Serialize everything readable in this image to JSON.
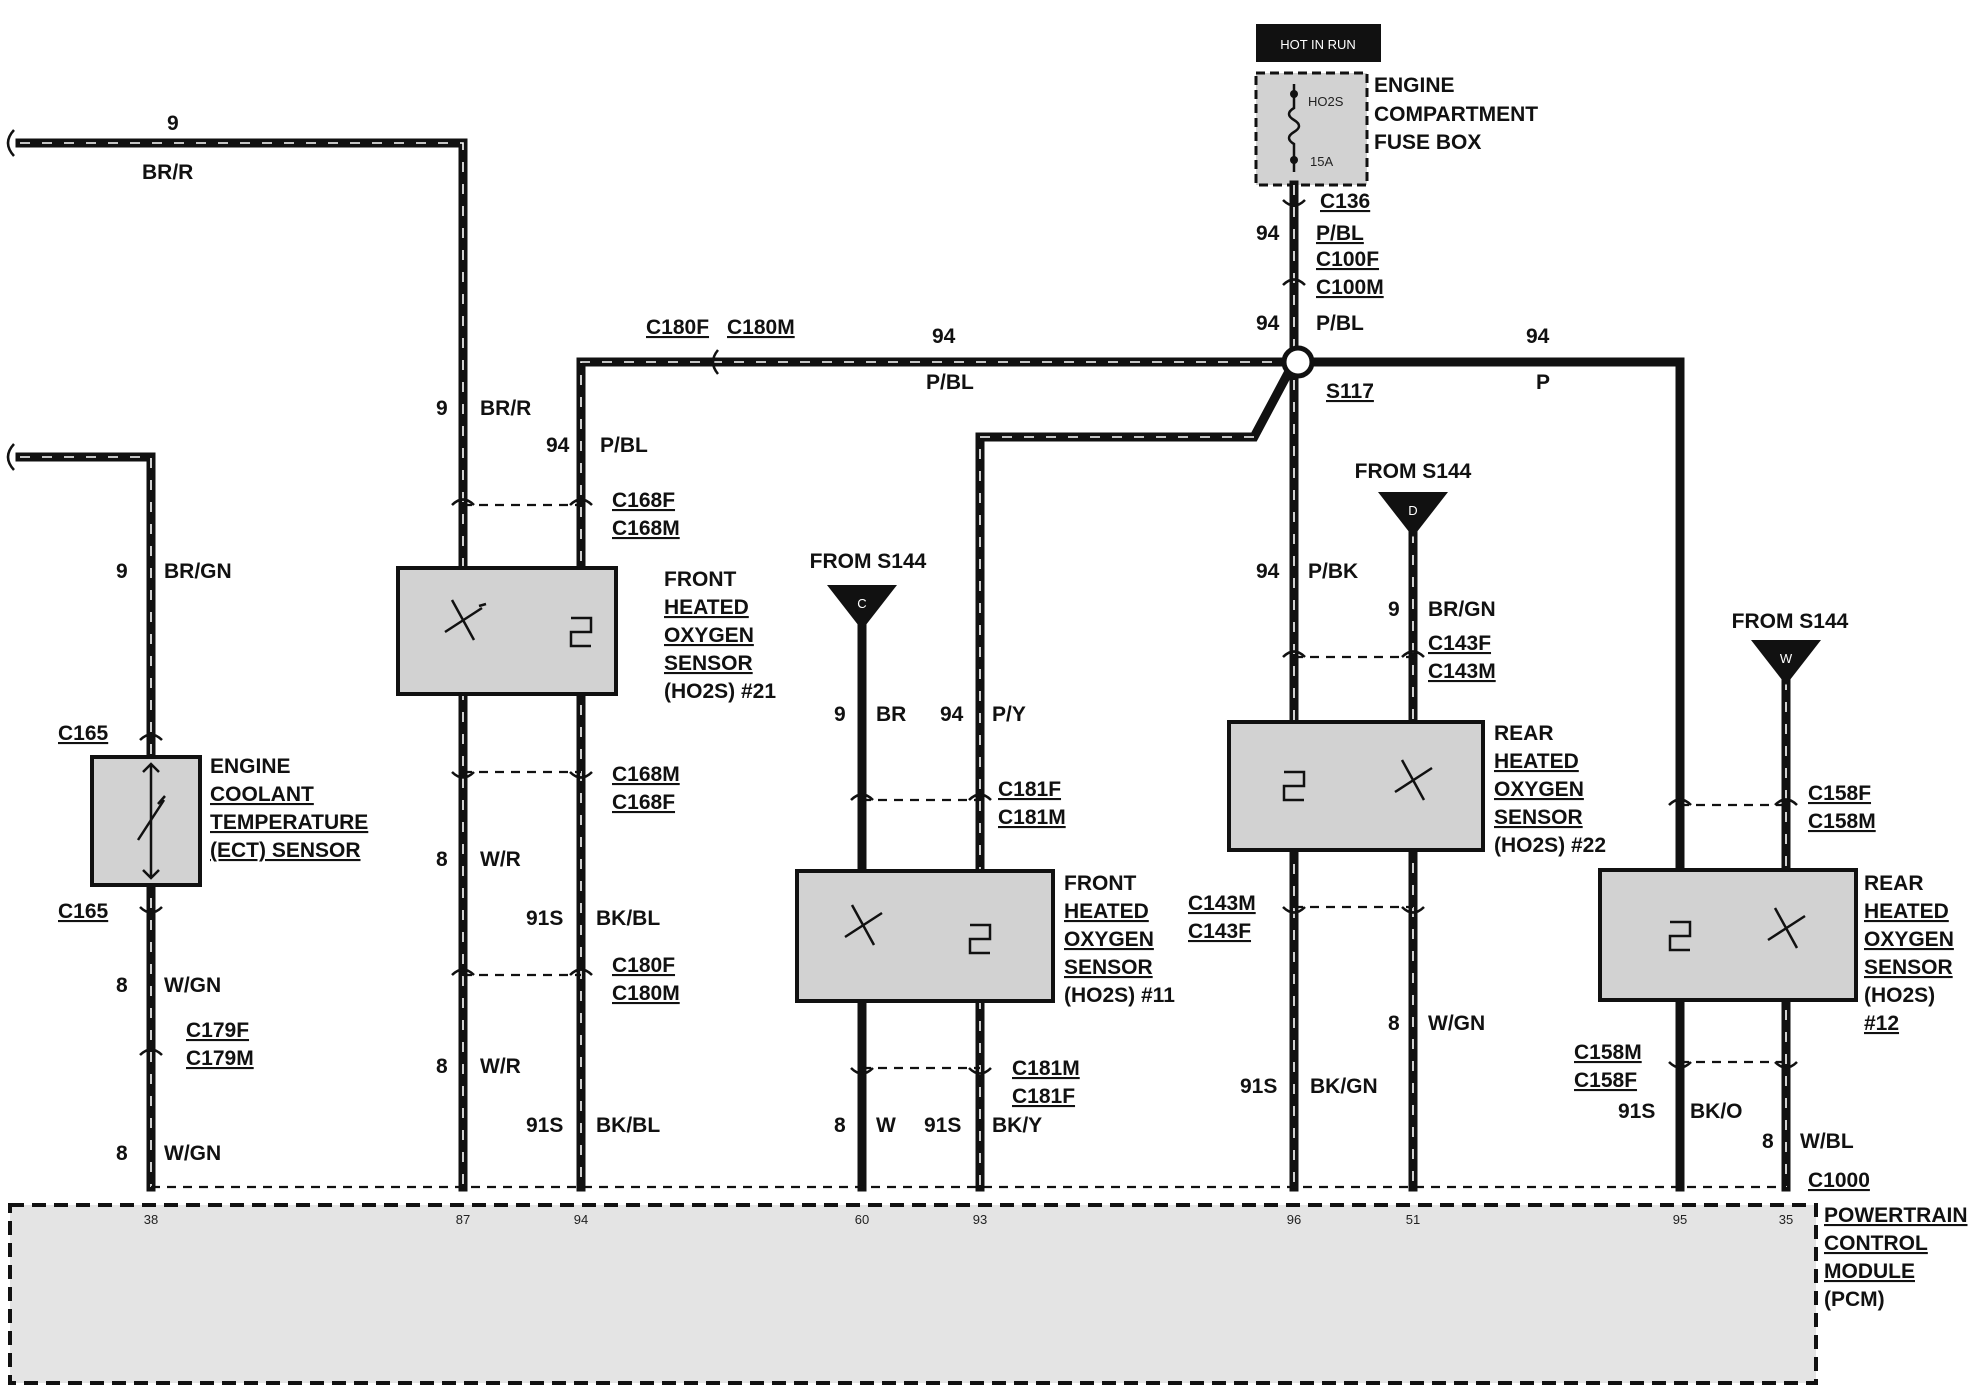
{
  "power": {
    "hot_label": "HOT IN RUN",
    "fuse_name": "HO2S",
    "fuse_rating": "15A",
    "box_label": [
      "ENGINE",
      "COMPARTMENT",
      "FUSE BOX"
    ]
  },
  "connectors": {
    "c136": "C136",
    "c100f": "C100F",
    "c100m": "C100M",
    "c180f": "C180F",
    "c180m": "C180M",
    "s117": "S117",
    "c168f": "C168F",
    "c168m": "C168M",
    "c165": "C165",
    "c179f": "C179F",
    "c179m": "C179M",
    "c181f": "C181F",
    "c181m": "C181M",
    "c143f": "C143F",
    "c143m": "C143M",
    "c158f": "C158F",
    "c158m": "C158M",
    "c1000": "C1000"
  },
  "wires": {
    "w9": "9",
    "w94": "94",
    "w8": "8",
    "w91s": "91S",
    "br_r": "BR/R",
    "br_gn": "BR/GN",
    "br": "BR",
    "p_bl": "P/BL",
    "p": "P",
    "p_bk": "P/BK",
    "p_y": "P/Y",
    "w_r": "W/R",
    "w_gn": "W/GN",
    "w": "W",
    "w_bl": "W/BL",
    "bk_bl": "BK/BL",
    "bk_y": "BK/Y",
    "bk_gn": "BK/GN",
    "bk_o": "BK/O"
  },
  "splices": {
    "from_s144": "FROM S144",
    "c": "C",
    "d": "D",
    "w": "W"
  },
  "sensors": {
    "front21": [
      "FRONT",
      "HEATED",
      "OXYGEN",
      "SENSOR",
      "(HO2S) #21"
    ],
    "front11": [
      "FRONT",
      "HEATED",
      "OXYGEN",
      "SENSOR",
      "(HO2S) #11"
    ],
    "rear22": [
      "REAR",
      "HEATED",
      "OXYGEN",
      "SENSOR",
      "(HO2S) #22"
    ],
    "rear12": [
      "REAR",
      "HEATED",
      "OXYGEN",
      "SENSOR",
      "(HO2S)",
      "#12"
    ],
    "ect": [
      "ENGINE",
      "COOLANT",
      "TEMPERATURE",
      "(ECT) SENSOR"
    ]
  },
  "pcm": {
    "label": [
      "POWERTRAIN",
      "CONTROL",
      "MODULE",
      "(PCM)"
    ],
    "pins": [
      "38",
      "87",
      "94",
      "60",
      "93",
      "96",
      "51",
      "95",
      "35"
    ]
  },
  "colors": {
    "wire": "#111111",
    "component_fill": "#d2d2d2",
    "pcm_fill": "#e4e4e4",
    "hot_bg": "#111111"
  }
}
